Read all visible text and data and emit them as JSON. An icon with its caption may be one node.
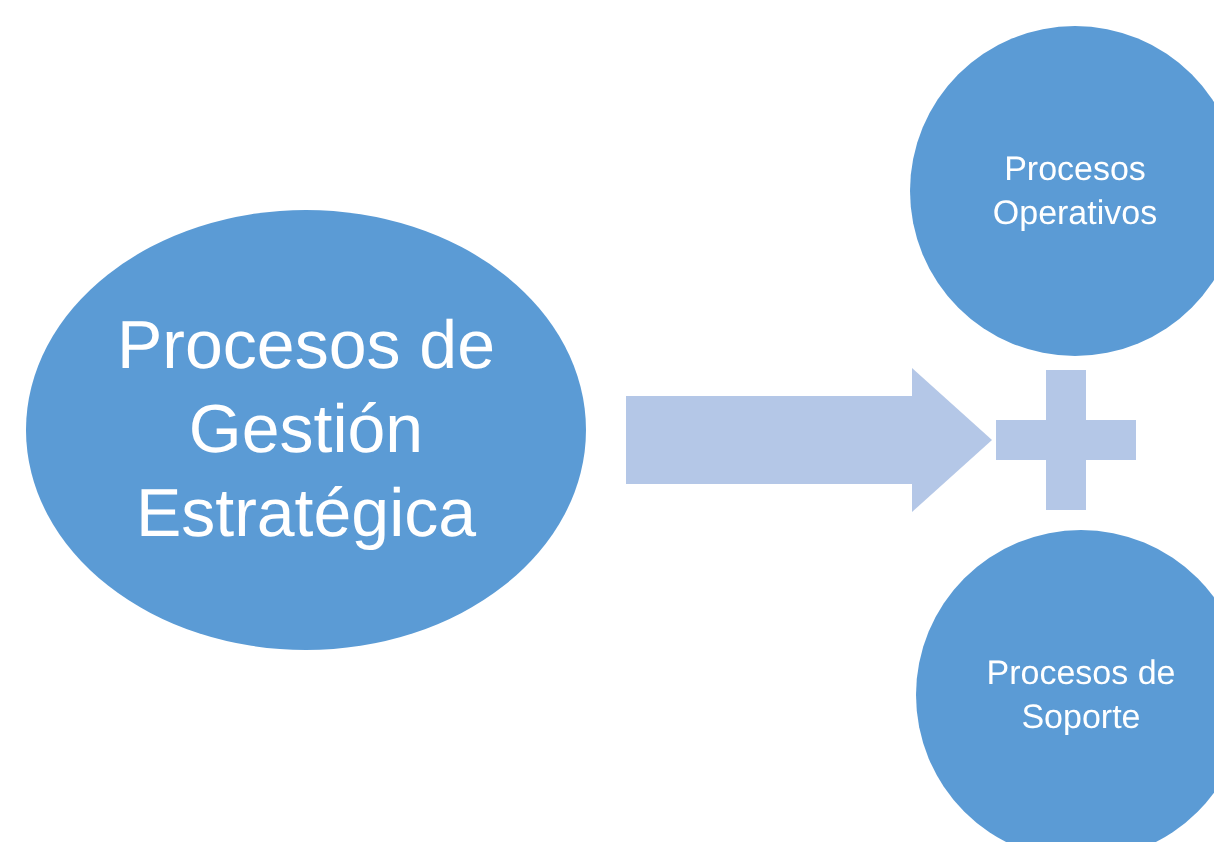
{
  "diagram": {
    "nodes": [
      {
        "text": [
          "Procesos de Gestión Estratégica"
        ]
      },
      {
        "text": [
          "Procesos Operativos"
        ]
      },
      {
        "text": [],
        "shape": "plus"
      },
      {
        "text": [
          "Procesos de Soporte"
        ]
      }
    ],
    "edges": [
      {
        "from": 0,
        "to": 2,
        "arrow": "to"
      }
    ]
  }
}
